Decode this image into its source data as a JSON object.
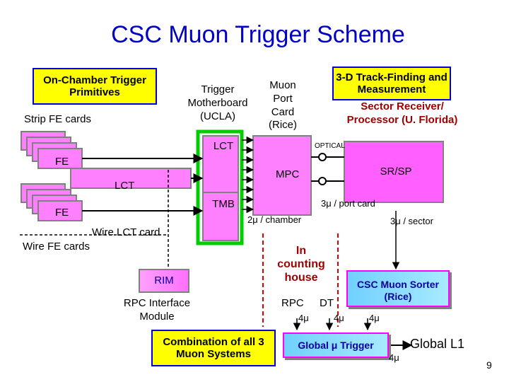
{
  "title": "CSC Muon Trigger Scheme",
  "colors": {
    "title": "#0000c8",
    "highlight_box": "#ffff00",
    "box_border": "#0000e0",
    "card_fill": "#ff80ff",
    "sr_fill": "#ff60ff",
    "sorter_fill": "#90e0ff",
    "motherboard_border": "#00cc00",
    "counting_house_line": "#e00000"
  },
  "labels": {
    "on_chamber": "On-Chamber Trigger Primitives",
    "strip_fe_cards": "Strip FE cards",
    "fe_strip": "FE",
    "fe_wire": "FE",
    "lct_wire": "LCT",
    "wire_lct_card": "Wire LCT card",
    "wire_fe_cards": "Wire FE cards",
    "trigger_motherboard": "Trigger Motherboard (UCLA)",
    "lct_mb": "LCT",
    "tmb": "TMB",
    "muon_port_card": "Muon Port Card (Rice)",
    "mpc": "MPC",
    "track_finding": "3-D Track-Finding and Measurement",
    "sector_receiver": "Sector Receiver/ Processor (U. Florida)",
    "optical": "OPTICAL",
    "srsp": "SR/SP",
    "per_chamber": "2μ / chamber",
    "per_port_card": "3μ / port card",
    "per_sector": "3μ / sector",
    "counting_house": "In counting house",
    "rim": "RIM",
    "rpc_interface": "RPC Interface Module",
    "csc_sorter": "CSC Muon Sorter (Rice)",
    "rpc": "RPC",
    "dt": "DT",
    "rpc_mu": "4μ",
    "dt_mu": "4μ",
    "csc_mu": "4μ",
    "combination": "Combination of all 3 Muon Systems",
    "global_trigger": "Global μ Trigger",
    "global_l1": "Global L1",
    "global_mu": "4μ",
    "page_number": "9"
  }
}
